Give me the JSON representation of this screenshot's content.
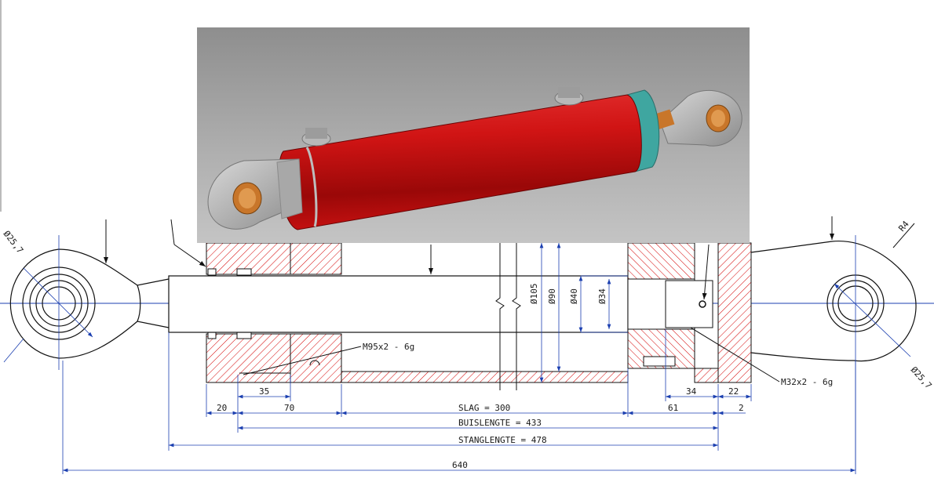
{
  "drawing": {
    "dimensions": {
      "slag": "SLAG = 300",
      "buislengte": "BUISLENGTE = 433",
      "stanglengte": "STANGLENGTE = 478",
      "overall": "640",
      "d20": "20",
      "d70": "70",
      "d35": "35",
      "d61": "61",
      "d2": "2",
      "d34": "34",
      "d22": "22",
      "dia105": "Ø105",
      "dia90": "Ø90",
      "dia40": "Ø40",
      "dia34": "Ø34",
      "eye_left": "Ø25,7",
      "eye_right": "Ø25,7",
      "radius": "R4"
    },
    "threads": {
      "tube": "M95x2 - 6g",
      "rod": "M32x2 - 6g"
    },
    "colors": {
      "hatch": "#d40000",
      "centerline": "#1b3fb0",
      "dimension": "#1b3fb0",
      "outline": "#111111",
      "cylinder_body": "#c80c0c",
      "end_ring": "#3fa6a0",
      "render_bg": "#a9a9a9"
    }
  }
}
